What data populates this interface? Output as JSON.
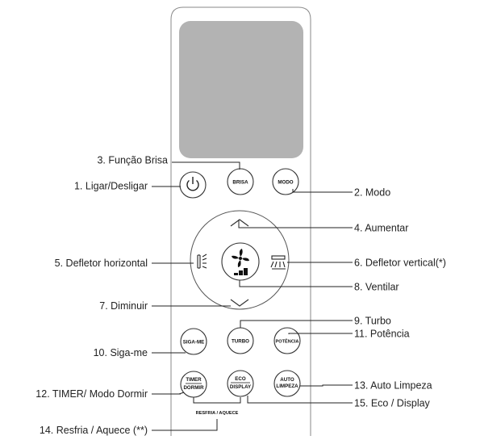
{
  "labels": {
    "l1": "1. Ligar/Desligar",
    "l2": "2. Modo",
    "l3": "3. Função Brisa",
    "l4": "4. Aumentar",
    "l5": "5. Defletor horizontal",
    "l6": "6. Defletor vertical(*)",
    "l7": "7. Diminuir",
    "l8": "8. Ventilar",
    "l9": "9. Turbo",
    "l10": "10. Siga-me",
    "l11": "11. Potência",
    "l12": "12. TIMER/ Modo Dormir",
    "l13": "13. Auto Limpeza",
    "l14": "14. Resfria / Aquece (**)",
    "l15": "15. Eco / Display"
  },
  "buttons": {
    "brisa": "BRISA",
    "modo": "MODO",
    "siga_me": "SIGA-ME",
    "turbo": "TURBO",
    "potencia": "POTÊNCIA",
    "timer": "TIMER",
    "dormir": "DORMIR",
    "eco": "ECO",
    "display": "DISPLAY",
    "auto": "AUTO",
    "limpeza": "LIMPEZA",
    "resfria_aquece": "RESFRIA / AQUECE"
  },
  "icons": [
    "power-icon",
    "fan-icon",
    "swing-horizontal-icon",
    "swing-vertical-icon",
    "chevron-up-icon",
    "chevron-down-icon"
  ]
}
